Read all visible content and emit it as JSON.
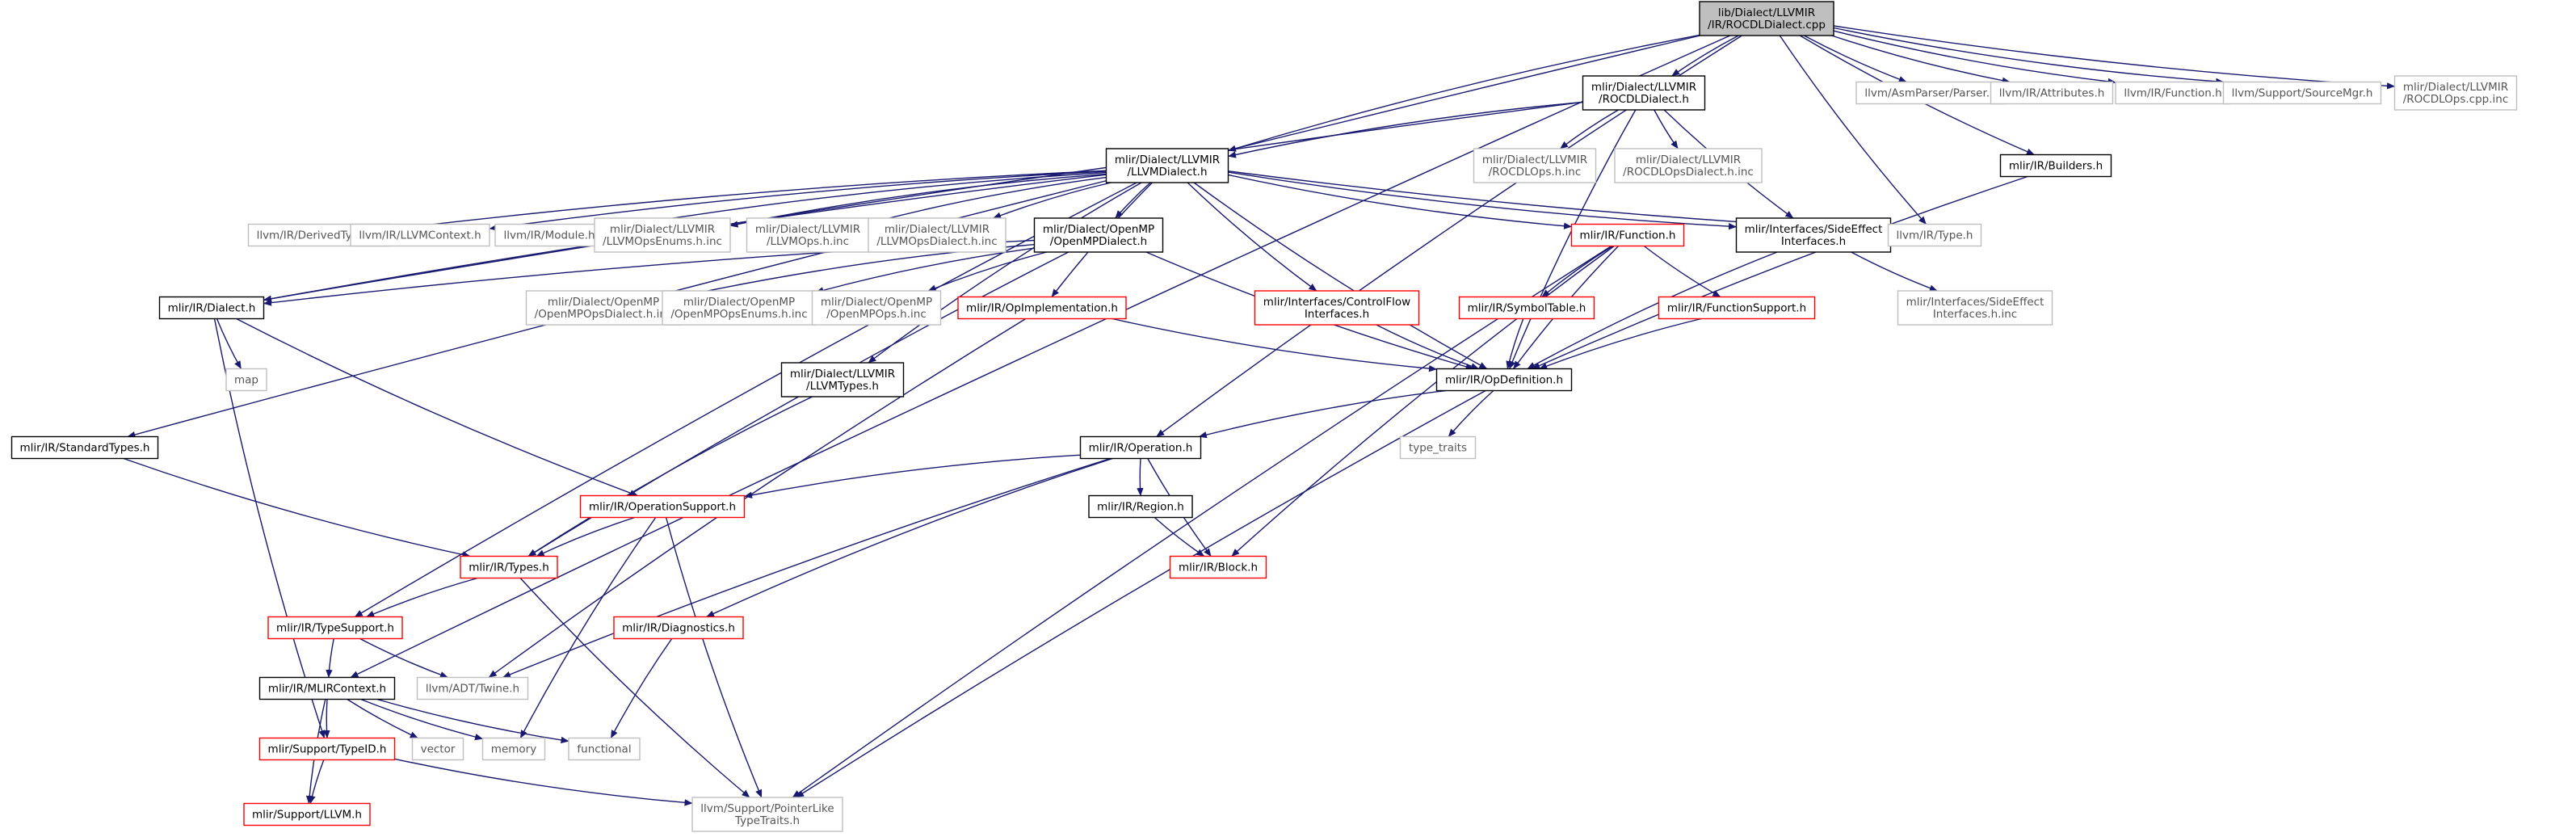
{
  "colors": {
    "edge": "#191970",
    "box_normal": "#000000",
    "box_external": "#bfbfbf",
    "box_truncated": "#ff0000",
    "root_fill": "#bfbfbf",
    "text_normal": "#000000",
    "text_external": "#555555"
  },
  "nodes": [
    {
      "id": "root",
      "lines": [
        "lib/Dialect/LLVMIR",
        "/IR/ROCDLDialect.cpp"
      ],
      "kind": "root"
    },
    {
      "id": "rocdl_h",
      "lines": [
        "mlir/Dialect/LLVMIR",
        "/ROCDLDialect.h"
      ],
      "kind": "normal"
    },
    {
      "id": "asmparser",
      "lines": [
        "llvm/AsmParser/Parser.h"
      ],
      "kind": "external"
    },
    {
      "id": "attributes",
      "lines": [
        "llvm/IR/Attributes.h"
      ],
      "kind": "external"
    },
    {
      "id": "function_llvm",
      "lines": [
        "llvm/IR/Function.h"
      ],
      "kind": "external"
    },
    {
      "id": "sourcemgr",
      "lines": [
        "llvm/Support/SourceMgr.h"
      ],
      "kind": "external"
    },
    {
      "id": "rocdlops_cpp_inc",
      "lines": [
        "mlir/Dialect/LLVMIR",
        "/ROCDLOps.cpp.inc"
      ],
      "kind": "external"
    },
    {
      "id": "llvmdialect_h",
      "lines": [
        "mlir/Dialect/LLVMIR",
        "/LLVMDialect.h"
      ],
      "kind": "normal"
    },
    {
      "id": "rocdlops_h_inc",
      "lines": [
        "mlir/Dialect/LLVMIR",
        "/ROCDLOps.h.inc"
      ],
      "kind": "external"
    },
    {
      "id": "rocdlopsdialect_h_inc",
      "lines": [
        "mlir/Dialect/LLVMIR",
        "/ROCDLOpsDialect.h.inc"
      ],
      "kind": "external"
    },
    {
      "id": "builders",
      "lines": [
        "mlir/IR/Builders.h"
      ],
      "kind": "normal"
    },
    {
      "id": "derivedtypes",
      "lines": [
        "llvm/IR/DerivedTypes.h"
      ],
      "kind": "external"
    },
    {
      "id": "llvmcontext",
      "lines": [
        "llvm/IR/LLVMContext.h"
      ],
      "kind": "external"
    },
    {
      "id": "module",
      "lines": [
        "llvm/IR/Module.h"
      ],
      "kind": "external"
    },
    {
      "id": "llvmopsenums",
      "lines": [
        "mlir/Dialect/LLVMIR",
        "/LLVMOpsEnums.h.inc"
      ],
      "kind": "external"
    },
    {
      "id": "llvmops_h_inc",
      "lines": [
        "mlir/Dialect/LLVMIR",
        "/LLVMOps.h.inc"
      ],
      "kind": "external"
    },
    {
      "id": "llvmopsdialect",
      "lines": [
        "mlir/Dialect/LLVMIR",
        "/LLVMOpsDialect.h.inc"
      ],
      "kind": "external"
    },
    {
      "id": "openmpdialect",
      "lines": [
        "mlir/Dialect/OpenMP",
        "/OpenMPDialect.h"
      ],
      "kind": "normal"
    },
    {
      "id": "function_mlir",
      "lines": [
        "mlir/IR/Function.h"
      ],
      "kind": "truncated"
    },
    {
      "id": "sideeffect",
      "lines": [
        "mlir/Interfaces/SideEffect",
        "Interfaces.h"
      ],
      "kind": "normal"
    },
    {
      "id": "type_llvm",
      "lines": [
        "llvm/IR/Type.h"
      ],
      "kind": "external"
    },
    {
      "id": "dialect_h",
      "lines": [
        "mlir/IR/Dialect.h"
      ],
      "kind": "normal"
    },
    {
      "id": "openmpopsdialect",
      "lines": [
        "mlir/Dialect/OpenMP",
        "/OpenMPOpsDialect.h.inc"
      ],
      "kind": "external"
    },
    {
      "id": "openmpopsenums",
      "lines": [
        "mlir/Dialect/OpenMP",
        "/OpenMPOpsEnums.h.inc"
      ],
      "kind": "external"
    },
    {
      "id": "openmpops",
      "lines": [
        "mlir/Dialect/OpenMP",
        "/OpenMPOps.h.inc"
      ],
      "kind": "external"
    },
    {
      "id": "opimplementation",
      "lines": [
        "mlir/IR/OpImplementation.h"
      ],
      "kind": "truncated"
    },
    {
      "id": "controlflow",
      "lines": [
        "mlir/Interfaces/ControlFlow",
        "Interfaces.h"
      ],
      "kind": "truncated"
    },
    {
      "id": "symboltable",
      "lines": [
        "mlir/IR/SymbolTable.h"
      ],
      "kind": "truncated"
    },
    {
      "id": "functionsupport",
      "lines": [
        "mlir/IR/FunctionSupport.h"
      ],
      "kind": "truncated"
    },
    {
      "id": "sideeffect_inc",
      "lines": [
        "mlir/Interfaces/SideEffect",
        "Interfaces.h.inc"
      ],
      "kind": "external"
    },
    {
      "id": "map",
      "lines": [
        "map"
      ],
      "kind": "external"
    },
    {
      "id": "llvmtypes",
      "lines": [
        "mlir/Dialect/LLVMIR",
        "/LLVMTypes.h"
      ],
      "kind": "normal"
    },
    {
      "id": "opdefinition",
      "lines": [
        "mlir/IR/OpDefinition.h"
      ],
      "kind": "normal"
    },
    {
      "id": "type_traits",
      "lines": [
        "type_traits"
      ],
      "kind": "external"
    },
    {
      "id": "standardtypes",
      "lines": [
        "mlir/IR/StandardTypes.h"
      ],
      "kind": "normal"
    },
    {
      "id": "operation",
      "lines": [
        "mlir/IR/Operation.h"
      ],
      "kind": "normal"
    },
    {
      "id": "operationsupport",
      "lines": [
        "mlir/IR/OperationSupport.h"
      ],
      "kind": "truncated"
    },
    {
      "id": "region",
      "lines": [
        "mlir/IR/Region.h"
      ],
      "kind": "normal"
    },
    {
      "id": "types_h",
      "lines": [
        "mlir/IR/Types.h"
      ],
      "kind": "truncated"
    },
    {
      "id": "block",
      "lines": [
        "mlir/IR/Block.h"
      ],
      "kind": "truncated"
    },
    {
      "id": "typesupport",
      "lines": [
        "mlir/IR/TypeSupport.h"
      ],
      "kind": "truncated"
    },
    {
      "id": "diagnostics",
      "lines": [
        "mlir/IR/Diagnostics.h"
      ],
      "kind": "truncated"
    },
    {
      "id": "mlircontext",
      "lines": [
        "mlir/IR/MLIRContext.h"
      ],
      "kind": "normal"
    },
    {
      "id": "twine",
      "lines": [
        "llvm/ADT/Twine.h"
      ],
      "kind": "external"
    },
    {
      "id": "typeid",
      "lines": [
        "mlir/Support/TypeID.h"
      ],
      "kind": "truncated"
    },
    {
      "id": "vector",
      "lines": [
        "vector"
      ],
      "kind": "external"
    },
    {
      "id": "memory",
      "lines": [
        "memory"
      ],
      "kind": "external"
    },
    {
      "id": "functional",
      "lines": [
        "functional"
      ],
      "kind": "external"
    },
    {
      "id": "support_llvm",
      "lines": [
        "mlir/Support/LLVM.h"
      ],
      "kind": "truncated"
    },
    {
      "id": "pointerlike",
      "lines": [
        "llvm/Support/PointerLike",
        "TypeTraits.h"
      ],
      "kind": "external"
    }
  ],
  "edges": [
    [
      "root",
      "rocdl_h"
    ],
    [
      "root",
      "asmparser"
    ],
    [
      "root",
      "attributes"
    ],
    [
      "root",
      "function_llvm"
    ],
    [
      "root",
      "sourcemgr"
    ],
    [
      "root",
      "rocdlops_cpp_inc"
    ],
    [
      "root",
      "llvmdialect_h"
    ],
    [
      "root",
      "builders"
    ],
    [
      "root",
      "type_llvm"
    ],
    [
      "root",
      "operation"
    ],
    [
      "root",
      "standardtypes"
    ],
    [
      "root",
      "mlircontext"
    ],
    [
      "rocdl_h",
      "llvmdialect_h"
    ],
    [
      "rocdl_h",
      "rocdlops_h_inc"
    ],
    [
      "rocdl_h",
      "rocdlopsdialect_h_inc"
    ],
    [
      "rocdl_h",
      "sideeffect"
    ],
    [
      "rocdl_h",
      "dialect_h"
    ],
    [
      "rocdl_h",
      "opdefinition"
    ],
    [
      "llvmdialect_h",
      "derivedtypes"
    ],
    [
      "llvmdialect_h",
      "llvmcontext"
    ],
    [
      "llvmdialect_h",
      "module"
    ],
    [
      "llvmdialect_h",
      "llvmopsenums"
    ],
    [
      "llvmdialect_h",
      "llvmops_h_inc"
    ],
    [
      "llvmdialect_h",
      "llvmopsdialect"
    ],
    [
      "llvmdialect_h",
      "openmpdialect"
    ],
    [
      "llvmdialect_h",
      "function_mlir"
    ],
    [
      "llvmdialect_h",
      "sideeffect"
    ],
    [
      "llvmdialect_h",
      "type_llvm"
    ],
    [
      "llvmdialect_h",
      "dialect_h"
    ],
    [
      "llvmdialect_h",
      "opimplementation"
    ],
    [
      "llvmdialect_h",
      "controlflow"
    ],
    [
      "llvmdialect_h",
      "llvmtypes"
    ],
    [
      "llvmdialect_h",
      "opdefinition"
    ],
    [
      "llvmdialect_h",
      "typesupport"
    ],
    [
      "openmpdialect",
      "dialect_h"
    ],
    [
      "openmpdialect",
      "openmpopsdialect"
    ],
    [
      "openmpdialect",
      "openmpopsenums"
    ],
    [
      "openmpdialect",
      "openmpops"
    ],
    [
      "openmpdialect",
      "opdefinition"
    ],
    [
      "openmpdialect",
      "types_h"
    ],
    [
      "function_mlir",
      "symboltable"
    ],
    [
      "function_mlir",
      "functionsupport"
    ],
    [
      "function_mlir",
      "opdefinition"
    ],
    [
      "function_mlir",
      "block"
    ],
    [
      "function_mlir",
      "pointerlike"
    ],
    [
      "sideeffect",
      "sideeffect_inc"
    ],
    [
      "sideeffect",
      "opdefinition"
    ],
    [
      "builders",
      "opdefinition"
    ],
    [
      "dialect_h",
      "map"
    ],
    [
      "dialect_h",
      "operationsupport"
    ],
    [
      "dialect_h",
      "typeid"
    ],
    [
      "opimplementation",
      "opdefinition"
    ],
    [
      "opimplementation",
      "twine"
    ],
    [
      "controlflow",
      "opdefinition"
    ],
    [
      "symboltable",
      "opdefinition"
    ],
    [
      "functionsupport",
      "opdefinition"
    ],
    [
      "llvmtypes",
      "types_h"
    ],
    [
      "opdefinition",
      "operation"
    ],
    [
      "opdefinition",
      "type_traits"
    ],
    [
      "opdefinition",
      "pointerlike"
    ],
    [
      "standardtypes",
      "types_h"
    ],
    [
      "operation",
      "operationsupport"
    ],
    [
      "operation",
      "region"
    ],
    [
      "operation",
      "block"
    ],
    [
      "operation",
      "diagnostics"
    ],
    [
      "operation",
      "twine"
    ],
    [
      "operationsupport",
      "types_h"
    ],
    [
      "operationsupport",
      "memory"
    ],
    [
      "operationsupport",
      "pointerlike"
    ],
    [
      "region",
      "block"
    ],
    [
      "types_h",
      "typesupport"
    ],
    [
      "types_h",
      "pointerlike"
    ],
    [
      "typesupport",
      "mlircontext"
    ],
    [
      "typesupport",
      "twine"
    ],
    [
      "diagnostics",
      "functional"
    ],
    [
      "mlircontext",
      "typeid"
    ],
    [
      "mlircontext",
      "vector"
    ],
    [
      "mlircontext",
      "memory"
    ],
    [
      "mlircontext",
      "functional"
    ],
    [
      "mlircontext",
      "support_llvm"
    ],
    [
      "typeid",
      "support_llvm"
    ],
    [
      "typeid",
      "pointerlike"
    ]
  ]
}
